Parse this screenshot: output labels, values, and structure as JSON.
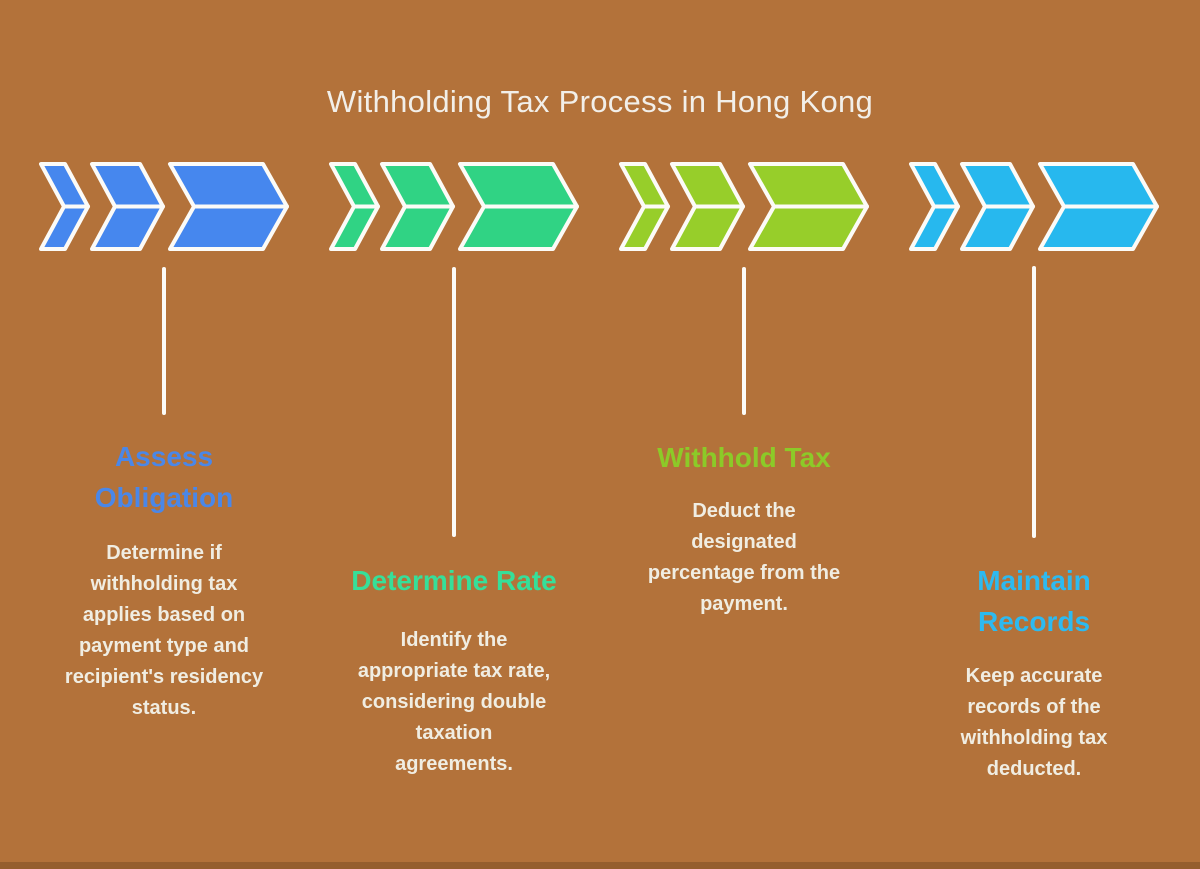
{
  "title": "Withholding Tax Process in Hong Kong",
  "colors": {
    "background": "#B3723A",
    "text": "#F0EDE2",
    "title_text": "#F2EFE9",
    "connector_line": "#FCFBF7",
    "arrow_outline": "#FCFBF7"
  },
  "steps": [
    {
      "title": "Assess\nObligation",
      "description": "Determine if\nwithholding tax\napplies based on\npayment type and\nrecipient's residency\nstatus.",
      "arrow_color": "#4687EE",
      "title_color": "#4A87E8"
    },
    {
      "title": "Determine Rate",
      "description": "Identify the\nappropriate tax rate,\nconsidering double\ntaxation\nagreements.",
      "arrow_color": "#30D384",
      "title_color": "#36DF99"
    },
    {
      "title": "Withhold Tax",
      "description": "Deduct the\ndesignated\npercentage from the\npayment.",
      "arrow_color": "#97CE2A",
      "title_color": "#8CCA28"
    },
    {
      "title": "Maintain\nRecords",
      "description": "Keep accurate\nrecords of the\nwithholding tax\ndeducted.",
      "arrow_color": "#27B8EE",
      "title_color": "#2DBAF0"
    }
  ]
}
